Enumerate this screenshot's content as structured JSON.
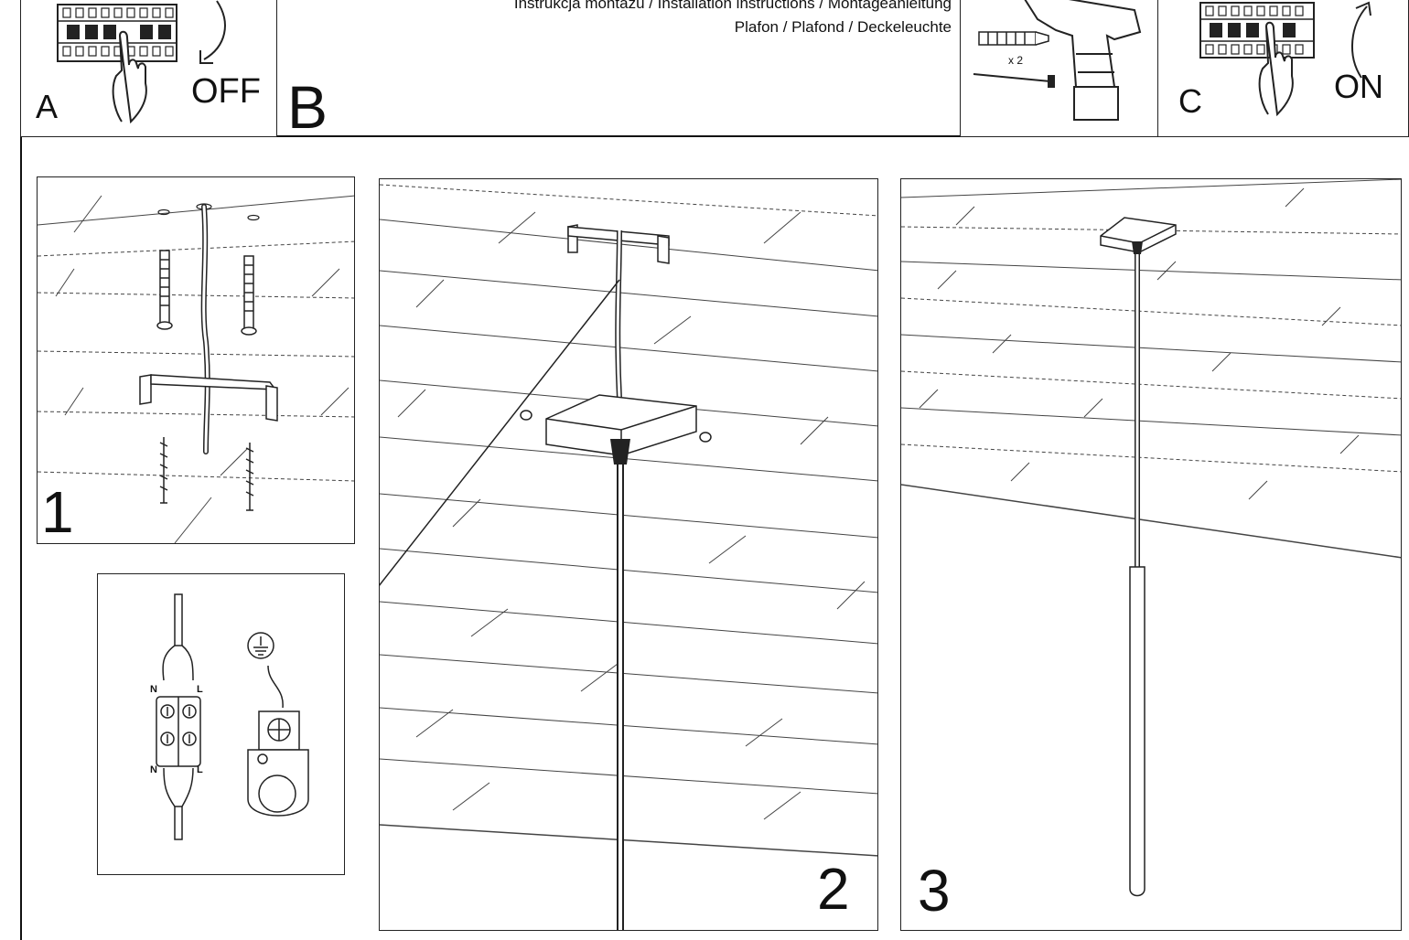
{
  "header": {
    "title_line1": "Instrukcja montażu / Installation instructions / Montageanleitung",
    "title_line2": "Plafon / Plafond / Deckeleuchte"
  },
  "steps": {
    "A": {
      "letter": "A",
      "action": "OFF"
    },
    "B": {
      "letter": "B",
      "count": "x 2"
    },
    "C": {
      "letter": "C",
      "action": "ON"
    },
    "1": {
      "number": "1"
    },
    "2": {
      "number": "2"
    },
    "3": {
      "number": "3"
    }
  },
  "wiring": {
    "neutral": "N",
    "live": "L"
  },
  "icons": [
    "circuit-breaker-icon",
    "hand-pointer-icon",
    "curved-arrow-icon",
    "drill-icon",
    "wall-plug-icon",
    "screw-icon",
    "ground-symbol-icon",
    "terminal-block-icon"
  ]
}
